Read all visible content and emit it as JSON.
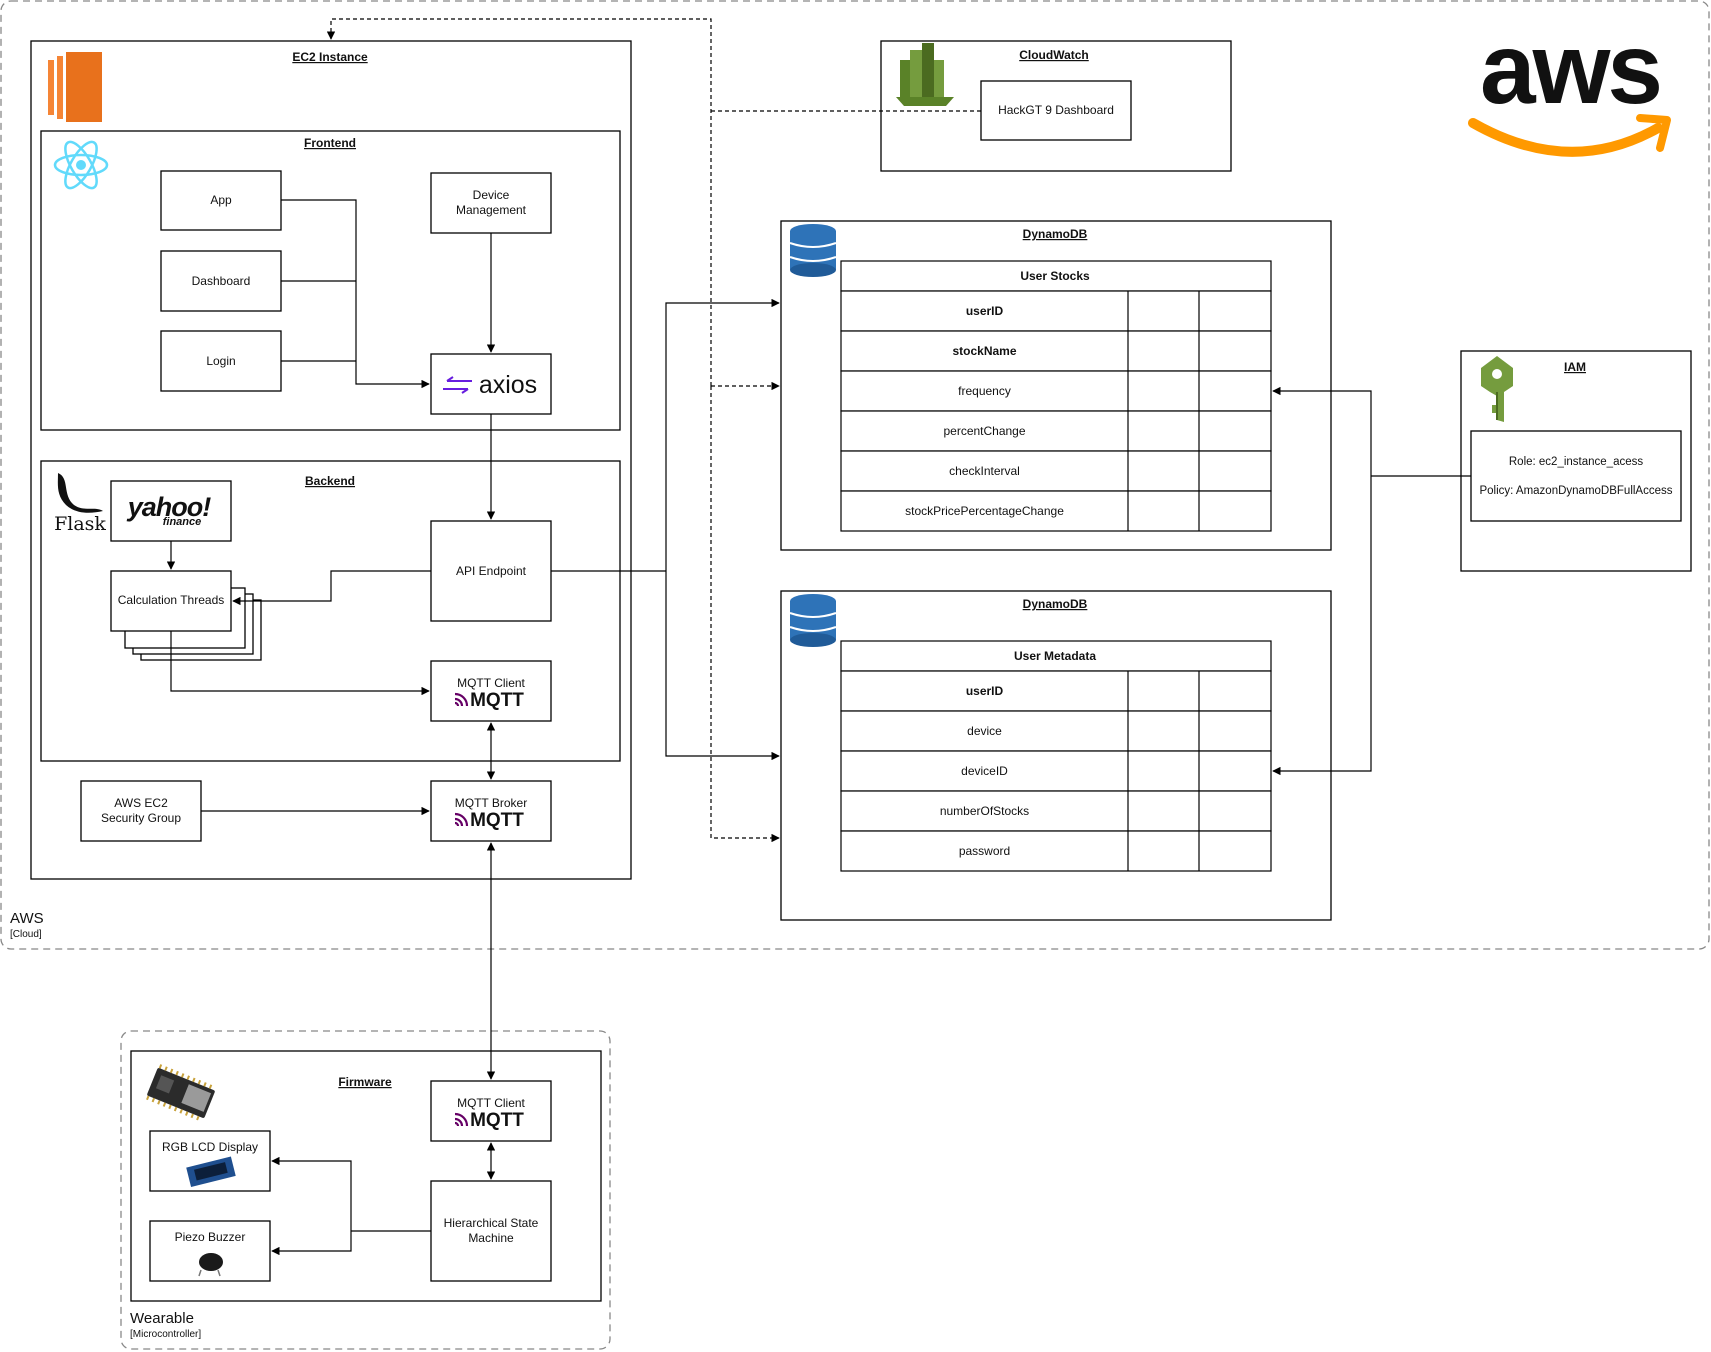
{
  "aws_group": {
    "name": "AWS",
    "tag": "[Cloud]"
  },
  "wearable_group": {
    "name": "Wearable",
    "tag": "[Microcontroller]"
  },
  "aws_logo": {
    "text": "aws",
    "brand_color": "#232F3E",
    "smile_color": "#FF9900"
  },
  "ec2": {
    "title": "EC2 Instance",
    "icon": "ec2-icon",
    "icon_color": "#E8711C"
  },
  "frontend": {
    "title": "Frontend",
    "icon": "react-icon",
    "icon_color": "#61DAFB",
    "app": "App",
    "dashboard": "Dashboard",
    "login": "Login",
    "device_management_line1": "Device",
    "device_management_line2": "Management",
    "axios": "axios",
    "axios_color": "#671DDF"
  },
  "backend": {
    "title": "Backend",
    "flask": "Flask",
    "yahoo_main": "yahoo!",
    "yahoo_sub": "finance",
    "yahoo_color": "#6001D2",
    "calculation_threads": "Calculation Threads",
    "api_endpoint": "API Endpoint",
    "mqtt_client": "MQTT Client",
    "mqtt_logo": "MQTT",
    "mqtt_color": "#660066"
  },
  "security_group": {
    "line1": "AWS EC2",
    "line2": "Security Group"
  },
  "mqtt_broker": {
    "label": "MQTT Broker",
    "logo": "MQTT"
  },
  "cloudwatch": {
    "title": "CloudWatch",
    "dashboard": "HackGT 9 Dashboard",
    "icon": "cloudwatch-icon",
    "icon_color": "#759C3E"
  },
  "dynamo_stocks": {
    "title": "DynamoDB",
    "table_title": "User Stocks",
    "fields": [
      "userID",
      "stockName",
      "frequency",
      "percentChange",
      "checkInterval",
      "stockPricePercentageChange"
    ],
    "bold_fields": [
      "userID",
      "stockName"
    ],
    "icon": "dynamodb-icon",
    "icon_color": "#2E73B8"
  },
  "dynamo_metadata": {
    "title": "DynamoDB",
    "table_title": "User Metadata",
    "fields": [
      "userID",
      "device",
      "deviceID",
      "numberOfStocks",
      "password"
    ],
    "bold_fields": [
      "userID"
    ],
    "icon": "dynamodb-icon"
  },
  "iam": {
    "title": "IAM",
    "role": "Role: ec2_instance_acess",
    "policy": "Policy: AmazonDynamoDBFullAccess",
    "icon": "iam-key-icon",
    "icon_color": "#759C3E"
  },
  "firmware": {
    "title": "Firmware",
    "icon": "microcontroller-board-icon",
    "mqtt_client": "MQTT Client",
    "mqtt_logo": "MQTT",
    "lcd": "RGB LCD Display",
    "buzzer": "Piezo Buzzer",
    "hsm_line1": "Hierarchical State",
    "hsm_line2": "Machine"
  }
}
